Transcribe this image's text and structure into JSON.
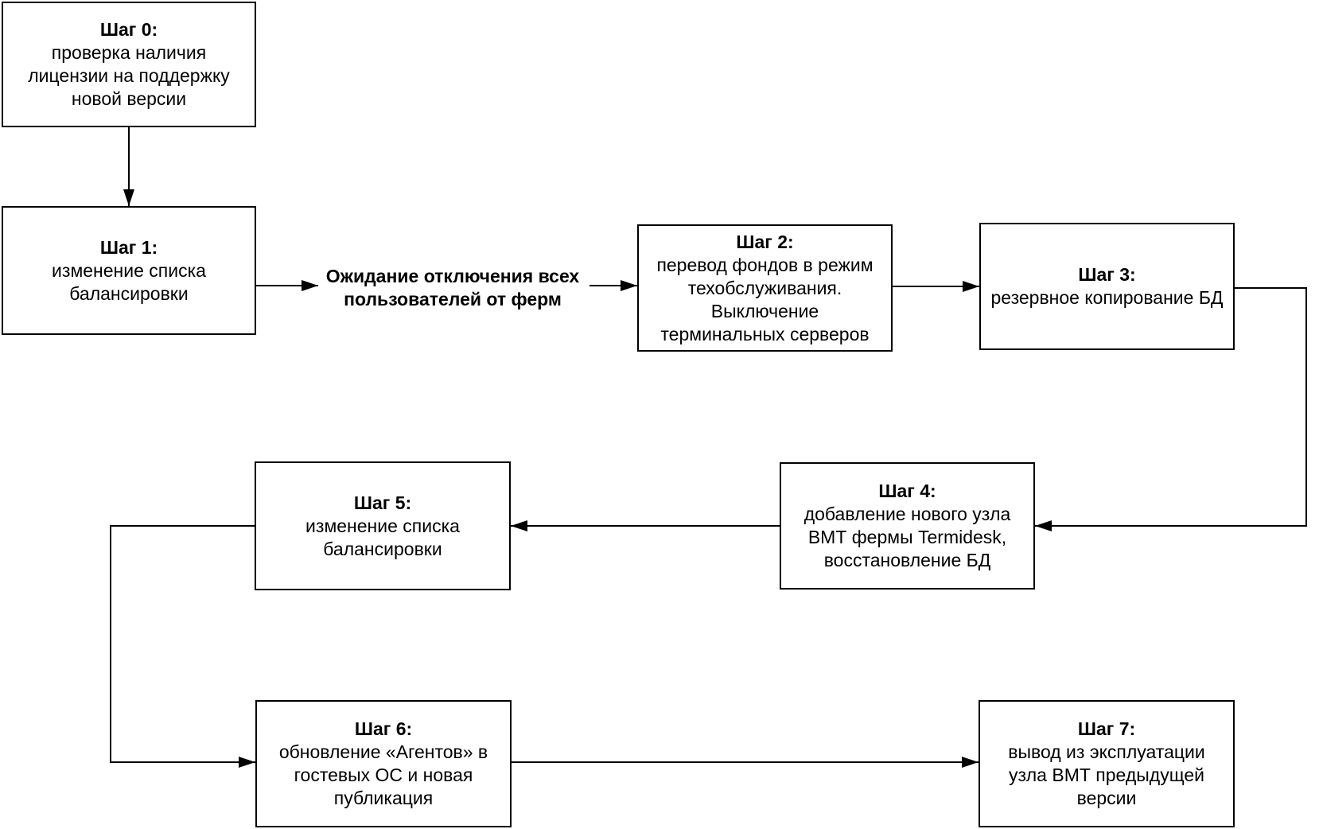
{
  "diagram": {
    "background_color": "#ffffff",
    "stroke_color": "#000000",
    "text_color": "#000000",
    "steps": [
      {
        "id": "step-0",
        "title": "Шаг 0:",
        "lines": [
          "проверка наличия",
          "лицензии на поддержку",
          "новой версии"
        ]
      },
      {
        "id": "step-1",
        "title": "Шаг 1:",
        "lines": [
          "изменение списка",
          "балансировки"
        ]
      },
      {
        "id": "step-2",
        "title": "Шаг 2:",
        "lines": [
          "перевод фондов в режим",
          "техобслуживания.",
          "Выключение",
          "терминальных серверов"
        ]
      },
      {
        "id": "step-3",
        "title": "Шаг 3:",
        "lines": [
          "резервное копирование БД"
        ]
      },
      {
        "id": "step-4",
        "title": "Шаг 4:",
        "lines": [
          "добавление нового узла",
          "ВМТ фермы Termidesk,",
          "восстановление БД"
        ]
      },
      {
        "id": "step-5",
        "title": "Шаг 5:",
        "lines": [
          "изменение списка",
          "балансировки"
        ]
      },
      {
        "id": "step-6",
        "title": "Шаг 6:",
        "lines": [
          "обновление «Агентов» в",
          "гостевых ОС и новая",
          "публикация"
        ]
      },
      {
        "id": "step-7",
        "title": "Шаг 7:",
        "lines": [
          "вывод из эксплуатации",
          "узла ВМТ предыдущей",
          "версии"
        ]
      }
    ],
    "edge_label": {
      "lines": [
        "Ожидание отключения всех",
        "пользователей от ферм"
      ]
    },
    "connections": [
      {
        "from": "step-0",
        "to": "step-1",
        "label": ""
      },
      {
        "from": "step-1",
        "to": "step-2",
        "label": "Ожидание отключения всех пользователей от ферм"
      },
      {
        "from": "step-2",
        "to": "step-3",
        "label": ""
      },
      {
        "from": "step-3",
        "to": "step-4",
        "label": ""
      },
      {
        "from": "step-4",
        "to": "step-5",
        "label": ""
      },
      {
        "from": "step-5",
        "to": "step-6",
        "label": ""
      },
      {
        "from": "step-6",
        "to": "step-7",
        "label": ""
      }
    ]
  }
}
